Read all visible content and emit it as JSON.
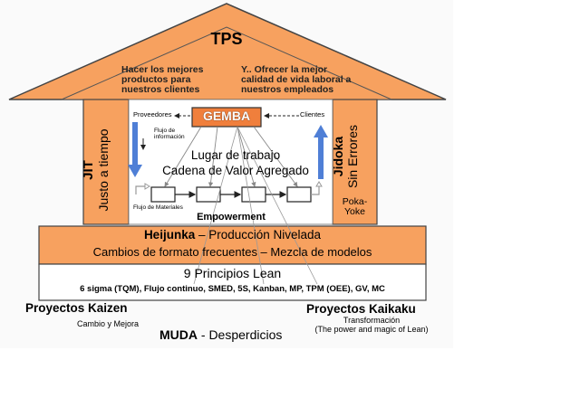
{
  "roof": {
    "title": "TPS",
    "left_text": [
      "Hacer los mejores",
      "productos para",
      "nuestros clientes"
    ],
    "right_text": [
      "Y.. Ofrecer la mejor",
      "calidad de vida laboral a",
      "nuestros empleados"
    ]
  },
  "left_pillar": {
    "title": "JIT",
    "subtitle": "Justo a tiempo"
  },
  "right_pillar": {
    "title": "Jidoka",
    "subtitle": "Sin Errores",
    "note_1": "Poka-",
    "note_2": "Yoke"
  },
  "center": {
    "gemba": "GEMBA",
    "proveedores": "Proveedores",
    "clientes": "Clientes",
    "flujo_info_1": "Flujo de",
    "flujo_info_2": "información",
    "line1": "Lugar de trabajo",
    "line2": "Cadena de Valor Agregado",
    "flujo_materiales": "Flujo de Materiales",
    "empowerment": "Empowerment"
  },
  "heijunka": {
    "title": "Heijunka",
    "rest": " – Producción Nivelada",
    "line2": "Cambios de formato frecuentes – Mezcla de modelos"
  },
  "foundation": {
    "title": "9 Principios Lean",
    "items": "6 sigma (TQM), Flujo continuo, SMED, 5S, Kanban, MP, TPM (OEE), GV, MC"
  },
  "bottom": {
    "kaizen_title": "Proyectos Kaizen",
    "kaizen_sub": "Cambio y Mejora",
    "kaikaku_title": "Proyectos Kaikaku",
    "kaikaku_sub1": "Transformación",
    "kaikaku_sub2": "(The power and magic of Lean)",
    "muda_title": "MUDA",
    "muda_rest": " - Desperdicios"
  },
  "colors": {
    "orange": "#f7a15f",
    "gemba": "#f07f3c",
    "arrow_blue": "#4f7fd6",
    "outline": "#222222"
  }
}
